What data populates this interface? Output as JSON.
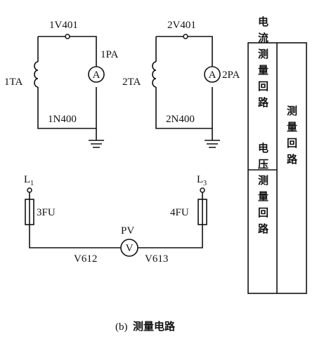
{
  "circuit_a": {
    "top_wire": "1V401",
    "meter": "1PA",
    "meter_symbol": "A",
    "ct": "1TA",
    "neutral": "1N400"
  },
  "circuit_b": {
    "top_wire": "2V401",
    "meter": "2PA",
    "meter_symbol": "A",
    "ct": "2TA",
    "neutral": "2N400"
  },
  "voltage_circuit": {
    "l1_base": "L",
    "l1_sub": "1",
    "l3_base": "L",
    "l3_sub": "3",
    "fuse_left": "3FU",
    "fuse_right": "4FU",
    "meter": "PV",
    "meter_symbol": "V",
    "wire_left": "V612",
    "wire_right": "V613"
  },
  "table": {
    "current": "电流测量回路",
    "voltage": "电压测量回路",
    "group": "测量回路"
  },
  "caption": {
    "label": "(b)",
    "title": "测量电路"
  }
}
